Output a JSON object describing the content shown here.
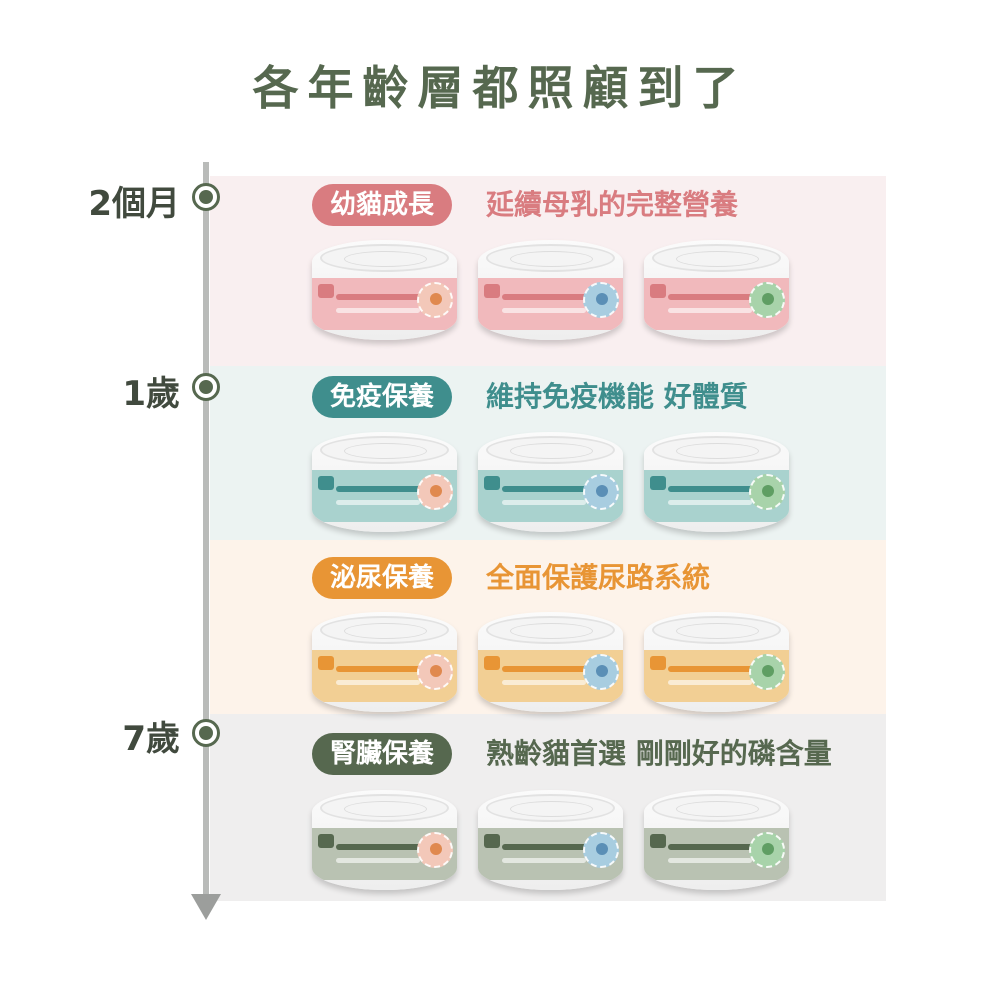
{
  "page": {
    "title": "各年齡層都照顧到了"
  },
  "timeline": {
    "markers": [
      {
        "label": "2個月"
      },
      {
        "label": "1歲"
      },
      {
        "label": "7歲"
      }
    ]
  },
  "sections": [
    {
      "tag": "幼貓成長",
      "subtitle": "延續母乳的完整營養",
      "tag_color": "#d97c80",
      "subtitle_color": "#d97c80",
      "band_color": "#f9eff0",
      "can_color": "#f1b9bc",
      "badge_colors": [
        "#f3c8b9",
        "#a8cde0",
        "#a8d3aa"
      ]
    },
    {
      "tag": "免疫保養",
      "subtitle": "維持免疫機能 好體質",
      "tag_color": "#3f8e8d",
      "subtitle_color": "#3f8e8d",
      "band_color": "#ecf3f2",
      "can_color": "#a9d2ce",
      "badge_colors": [
        "#f3c8b9",
        "#a8cde0",
        "#a8d3aa"
      ]
    },
    {
      "tag": "泌尿保養",
      "subtitle": "全面保護尿路系統",
      "tag_color": "#e89535",
      "subtitle_color": "#e89535",
      "band_color": "#fdf3ea",
      "can_color": "#f2cf94",
      "badge_colors": [
        "#f3c8b9",
        "#a8cde0",
        "#a8d3aa"
      ]
    },
    {
      "tag": "腎臟保養",
      "subtitle": "熟齡貓首選 剛剛好的磷含量",
      "tag_color": "#56684f",
      "subtitle_color": "#56684f",
      "band_color": "#efeeee",
      "can_color": "#b9c2b2",
      "badge_colors": [
        "#f3c8b9",
        "#a8cde0",
        "#a8d3aa"
      ]
    }
  ],
  "colors": {
    "title": "#56684f",
    "timeline_marker": "#56684f",
    "timeline_line": "#b9bbb9"
  }
}
